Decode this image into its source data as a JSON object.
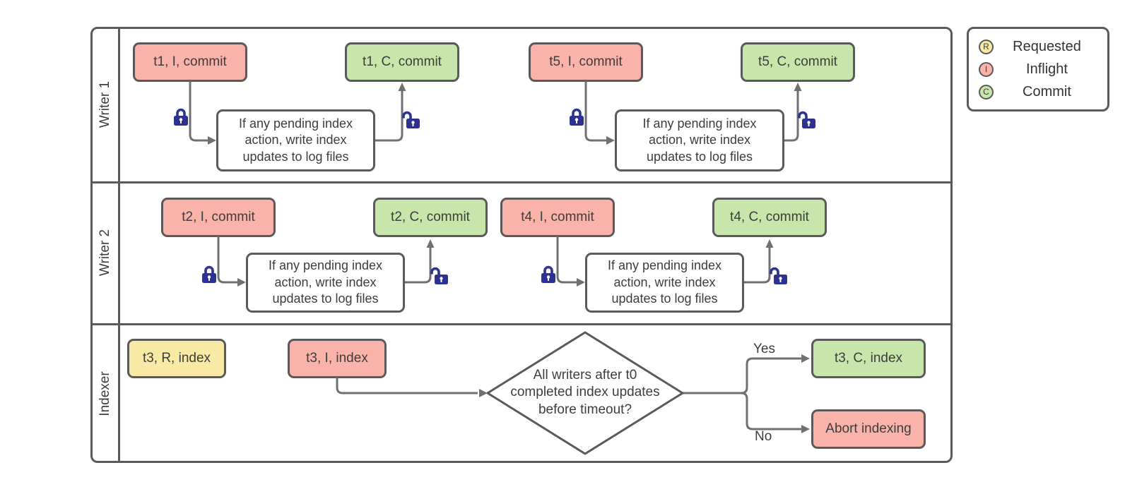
{
  "colors": {
    "red": "#f9b3ab",
    "green": "#c8e6ab",
    "yellow": "#f8e9a4",
    "shape-border": "#5a5a5a",
    "connector": "#707070",
    "lock": "#2d3192",
    "text": "#3d3d3d"
  },
  "lanes": [
    {
      "label": "Writer 1"
    },
    {
      "label": "Writer 2"
    },
    {
      "label": "Indexer"
    }
  ],
  "nodes": {
    "t1i": "t1, I, commit",
    "t1c": "t1, C, commit",
    "t5i": "t5, I, commit",
    "t5c": "t5, C, commit",
    "t2i": "t2, I, commit",
    "t2c": "t2, C, commit",
    "t4i": "t4, I, commit",
    "t4c": "t4, C, commit",
    "t3r": "t3, R, index",
    "t3i": "t3, I, index",
    "t3c": "t3, C, index",
    "abort": "Abort indexing"
  },
  "process_text": "If any pending index\naction, write index\nupdates to log files",
  "decision_text": "All writers after t0\ncompleted index updates\nbefore timeout?",
  "branches": {
    "yes": "Yes",
    "no": "No"
  },
  "legend": {
    "items": [
      {
        "letter": "R",
        "label": "Requested",
        "color_key": "yellow"
      },
      {
        "letter": "I",
        "label": "Inflight",
        "color_key": "red"
      },
      {
        "letter": "C",
        "label": "Commit",
        "color_key": "green"
      }
    ]
  }
}
